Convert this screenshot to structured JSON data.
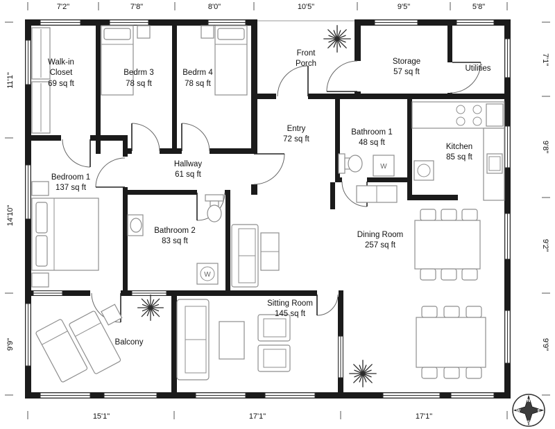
{
  "plan": {
    "dimensions": {
      "top": [
        "7'2\"",
        "7'8\"",
        "8'0\"",
        "10'5\"",
        "9'5\"",
        "5'8\""
      ],
      "left": [
        "11'1\"",
        "14'10\"",
        "9'9\""
      ],
      "right": [
        "7'1\"",
        "9'8\"",
        "9'2\"",
        "9'9\""
      ],
      "bottom": [
        "15'1\"",
        "17'1\"",
        "17'1\""
      ]
    },
    "rooms": [
      {
        "id": "walk-in-closet",
        "lines": [
          "Walk-in",
          "Closet",
          "69 sq ft"
        ]
      },
      {
        "id": "bedroom-3",
        "lines": [
          "Bedrm 3",
          "78 sq ft"
        ]
      },
      {
        "id": "bedroom-4",
        "lines": [
          "Bedrm 4",
          "78 sq ft"
        ]
      },
      {
        "id": "front-porch",
        "lines": [
          "Front",
          "Porch"
        ]
      },
      {
        "id": "storage",
        "lines": [
          "Storage",
          "57 sq ft"
        ]
      },
      {
        "id": "utilities",
        "lines": [
          "Utilities"
        ]
      },
      {
        "id": "entry",
        "lines": [
          "Entry",
          "72 sq ft"
        ]
      },
      {
        "id": "bathroom-1",
        "lines": [
          "Bathroom 1",
          "48 sq ft"
        ]
      },
      {
        "id": "kitchen",
        "lines": [
          "Kitchen",
          "85 sq ft"
        ]
      },
      {
        "id": "bedroom-1",
        "lines": [
          "Bedroom 1",
          "137 sq ft"
        ]
      },
      {
        "id": "hallway",
        "lines": [
          "Hallway",
          "61 sq ft"
        ]
      },
      {
        "id": "bathroom-2",
        "lines": [
          "Bathroom 2",
          "83 sq ft"
        ]
      },
      {
        "id": "dining-room",
        "lines": [
          "Dining Room",
          "257 sq ft"
        ]
      },
      {
        "id": "sitting-room",
        "lines": [
          "Sitting Room",
          "145 sq ft"
        ]
      },
      {
        "id": "balcony",
        "lines": [
          "Balcony"
        ]
      }
    ],
    "appliance_labels": {
      "washer": "W"
    },
    "compass": {
      "n": "N",
      "e": "E",
      "s": "S",
      "w": "W"
    },
    "colors": {
      "wall": "#1b1b1b",
      "furniture_stroke": "#8e8e8e",
      "text": "#111111",
      "background": "#ffffff"
    }
  }
}
